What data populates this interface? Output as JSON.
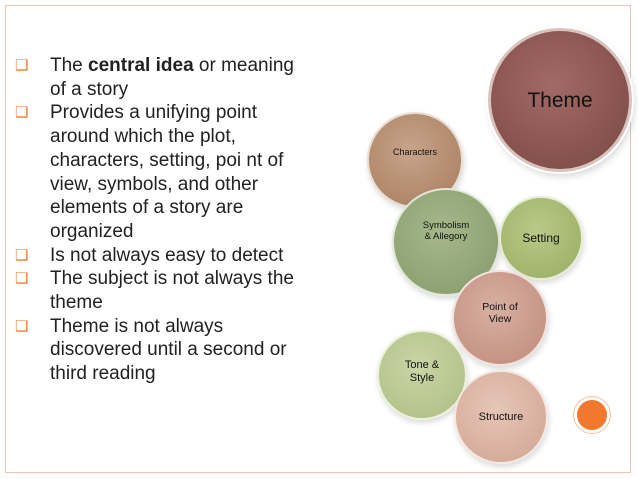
{
  "bullets": [
    {
      "pre": "The ",
      "bold": "central idea",
      "post": " or meaning of a story"
    },
    {
      "pre": "",
      "bold": "",
      "post": "Provides a unifying point around which the plot, characters, setting, poi nt of view, symbols, and other elements of a story are organized"
    },
    {
      "pre": "",
      "bold": "",
      "post": "Is not always easy to detect"
    },
    {
      "pre": "",
      "bold": "",
      "post": "The subject is not always the theme"
    },
    {
      "pre": "",
      "bold": "",
      "post": "Theme is not always discovered until a second or third reading"
    }
  ],
  "diagram": {
    "theme": "Theme",
    "characters": "Characters",
    "symbolism_line1": "Symbolism",
    "symbolism_line2": "& Allegory",
    "setting": "Setting",
    "pov_line1": "Point of",
    "pov_line2": "View",
    "tone_line1": "Tone &",
    "tone_line2": "Style",
    "structure": "Structure"
  },
  "colors": {
    "accent": "#f07a2a",
    "theme_circle": "#8a5550",
    "frame": "#f2c4b8"
  }
}
